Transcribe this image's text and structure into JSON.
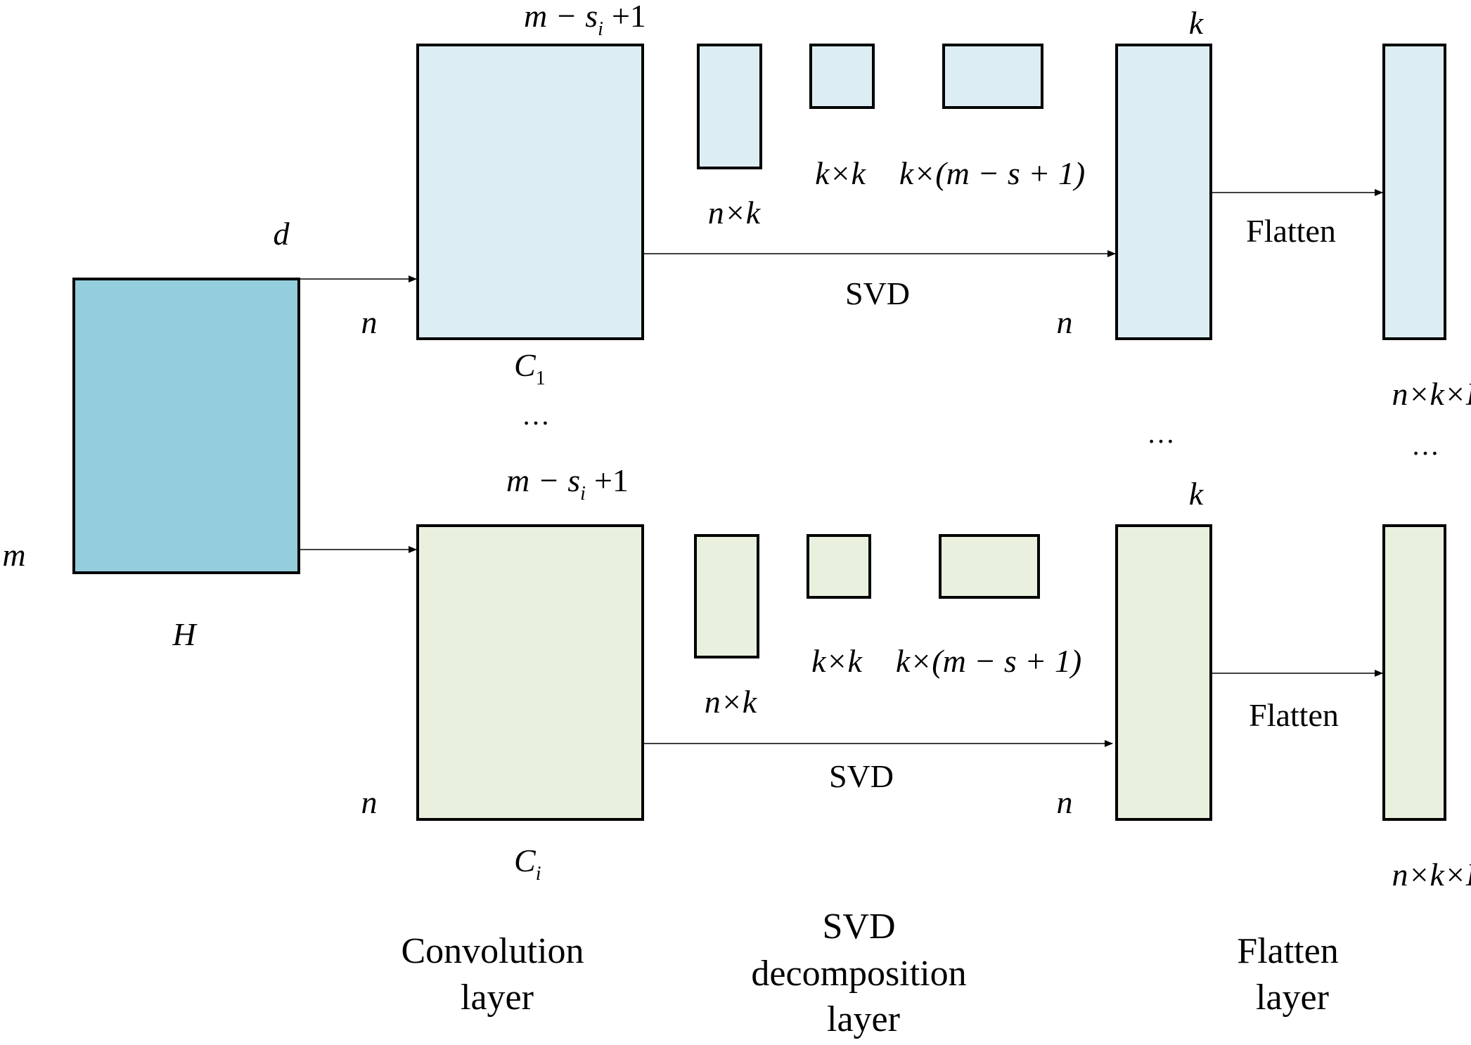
{
  "colors": {
    "input_fill": "#94CDDB",
    "branch1_fill": "#DCEEF4",
    "branch2_fill": "#E9F0DE",
    "stroke": "#000000"
  },
  "input": {
    "name": "H",
    "rows": "m",
    "cols": "d"
  },
  "branches": [
    {
      "conv_top_base": "m − s",
      "conv_top_sub": "i",
      "conv_top_tail": "+1",
      "conv_side": "n",
      "conv_name": "C",
      "conv_name_sub": "1",
      "svd_u": "n×k",
      "svd_s": "k×k",
      "svd_v": "k×(m − s + 1)",
      "svd_arrow": "SVD",
      "out_top": "k",
      "out_side": "n",
      "flatten_arrow": "Flatten",
      "flat_dim": "n×k×L"
    },
    {
      "conv_top_base": "m − s",
      "conv_top_sub": "i",
      "conv_top_tail": "+1",
      "conv_side": "n",
      "conv_name": "C",
      "conv_name_sub": "i",
      "svd_u": "n×k",
      "svd_s": "k×k",
      "svd_v": "k×(m − s + 1)",
      "svd_arrow": "SVD",
      "out_top": "k",
      "out_side": "n",
      "flatten_arrow": "Flatten",
      "flat_dim": "n×k×L"
    }
  ],
  "ellipsis": "…",
  "columns": {
    "conv": [
      "Convolution",
      "layer"
    ],
    "svd": [
      "SVD",
      "decomposition",
      "layer"
    ],
    "flatten": [
      "Flatten",
      "layer"
    ]
  }
}
